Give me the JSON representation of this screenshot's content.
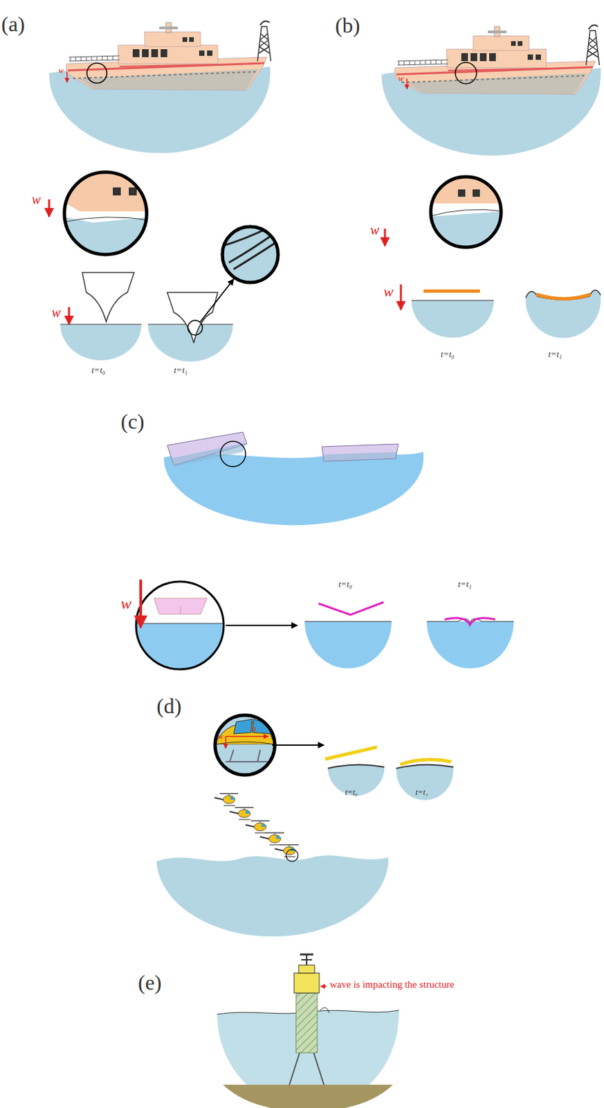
{
  "diagram": {
    "labels": [
      "(a)",
      "(b)",
      "w",
      "w",
      "w",
      "w",
      "w",
      "w",
      "t=t₀",
      "t=t₁",
      "t=t₀",
      "t=t₁",
      "(c)",
      "w",
      "t=t₀",
      "t=t₁",
      "(d)",
      "w",
      "u",
      "t=t₀",
      "t=t₁",
      "(e)",
      "wave is impacting the structure"
    ]
  }
}
